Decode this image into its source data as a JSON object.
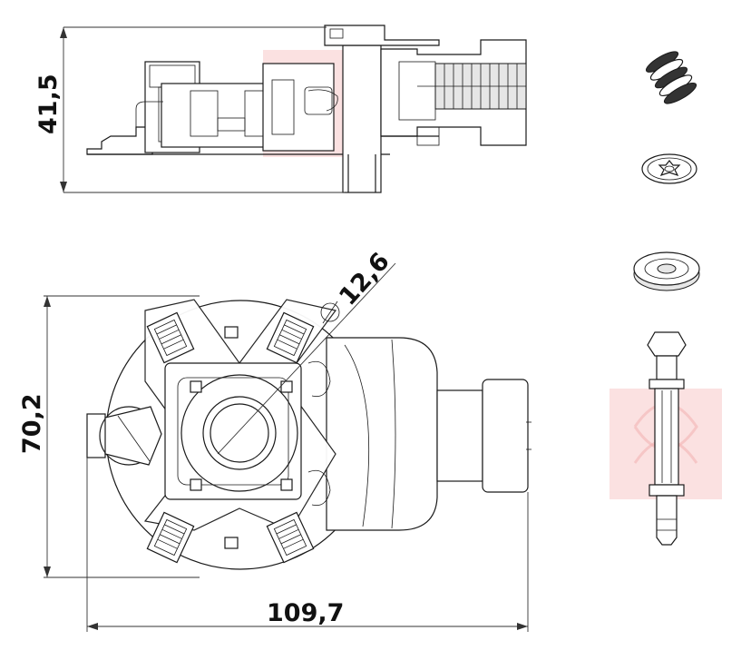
{
  "dimensions": {
    "height": "41,5",
    "diameter": "12,6",
    "width": "70,2",
    "length": "109,7"
  },
  "colors": {
    "line": "#1a1a1a",
    "watermark": "#f7c9c9"
  },
  "parts": [
    "spring-part",
    "star-washer-part",
    "rubber-seal-part",
    "valve-stem-part"
  ]
}
